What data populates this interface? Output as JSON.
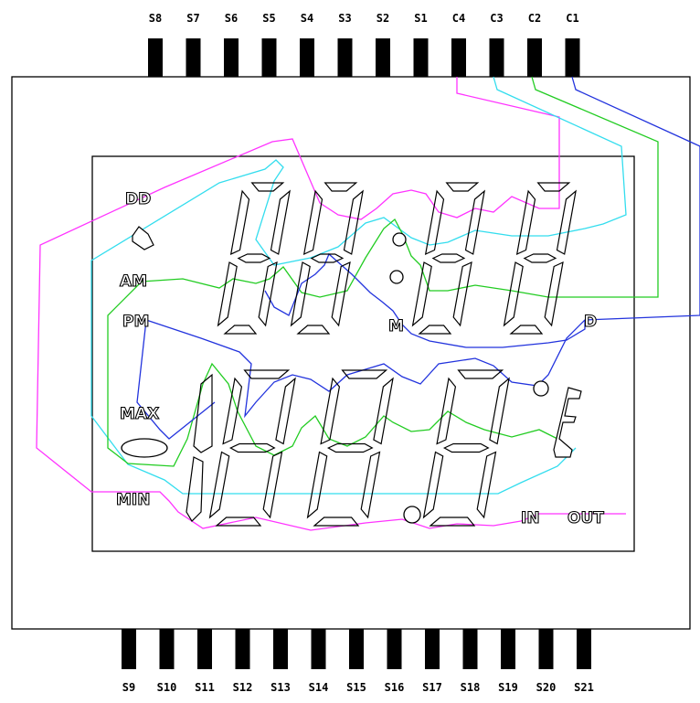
{
  "top_pins": [
    "S8",
    "S7",
    "S6",
    "S5",
    "S4",
    "S3",
    "S2",
    "S1",
    "C4",
    "C3",
    "C2",
    "C1"
  ],
  "bottom_pins": [
    "S9",
    "S10",
    "S11",
    "S12",
    "S13",
    "S14",
    "S15",
    "S16",
    "S17",
    "S18",
    "S19",
    "S20",
    "S21"
  ],
  "labels": {
    "dd": "DD",
    "am": "AM",
    "pm": "PM",
    "max": "MAX",
    "min": "MIN",
    "m": "M",
    "d": "D",
    "in": "IN",
    "out": "OUT"
  },
  "colors": {
    "magenta": "#ff33ff",
    "cyan": "#33ddee",
    "green": "#22cc22",
    "blue": "#2233dd",
    "outline": "#000000"
  }
}
